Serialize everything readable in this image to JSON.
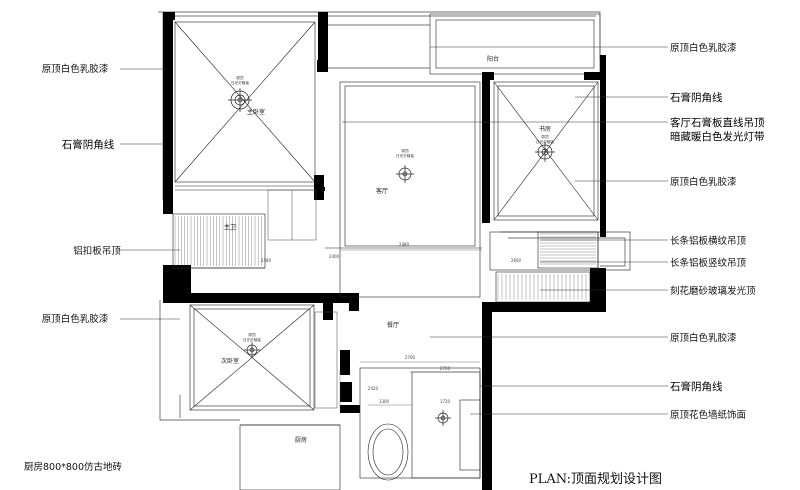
{
  "title": "PLAN:顶面规划设计图",
  "callouts_left": [
    {
      "label": "原顶白色乳胶漆"
    },
    {
      "label": "石膏阴角线"
    },
    {
      "label": "铝扣板吊顶"
    },
    {
      "label": "原顶白色乳胶漆"
    },
    {
      "label": "厨房800*800仿古地砖"
    }
  ],
  "callouts_right": [
    {
      "label": "原顶白色乳胶漆"
    },
    {
      "label": "石膏阴角线"
    },
    {
      "label": "客厅石膏板直线吊顶"
    },
    {
      "label": "暗藏暖白色发光灯带"
    },
    {
      "label": "原顶白色乳胶漆"
    },
    {
      "label": "长条铝板横纹吊顶"
    },
    {
      "label": "长条铝板竖纹吊顶"
    },
    {
      "label": "刻花磨砂玻璃发光顶"
    },
    {
      "label": "原顶白色乳胶漆"
    },
    {
      "label": "石膏阴角线"
    },
    {
      "label": "原顶花色墙纸饰面"
    }
  ],
  "rooms": {
    "master_bedroom": "主卧室",
    "study": "书房",
    "living_room": "客厅",
    "master_bath": "主卫",
    "second_bedroom": "次卧室",
    "dining_room": "餐厅",
    "kitchen": "厨房",
    "balcony": "阳台"
  },
  "fixture_note": "原顶",
  "fixture_note_2": "日光灯暗装",
  "dimensions": {
    "d2700": "2700",
    "d2720": "2720",
    "d1300": "1300",
    "d1720": "1720",
    "d2400": "2400",
    "d2480": "2480",
    "d2580": "2580",
    "d2600": "2600",
    "d2420": "2420"
  },
  "colors": {
    "wall": "#000000",
    "line": "#222222",
    "leader": "#333333",
    "background": "#ffffff"
  }
}
